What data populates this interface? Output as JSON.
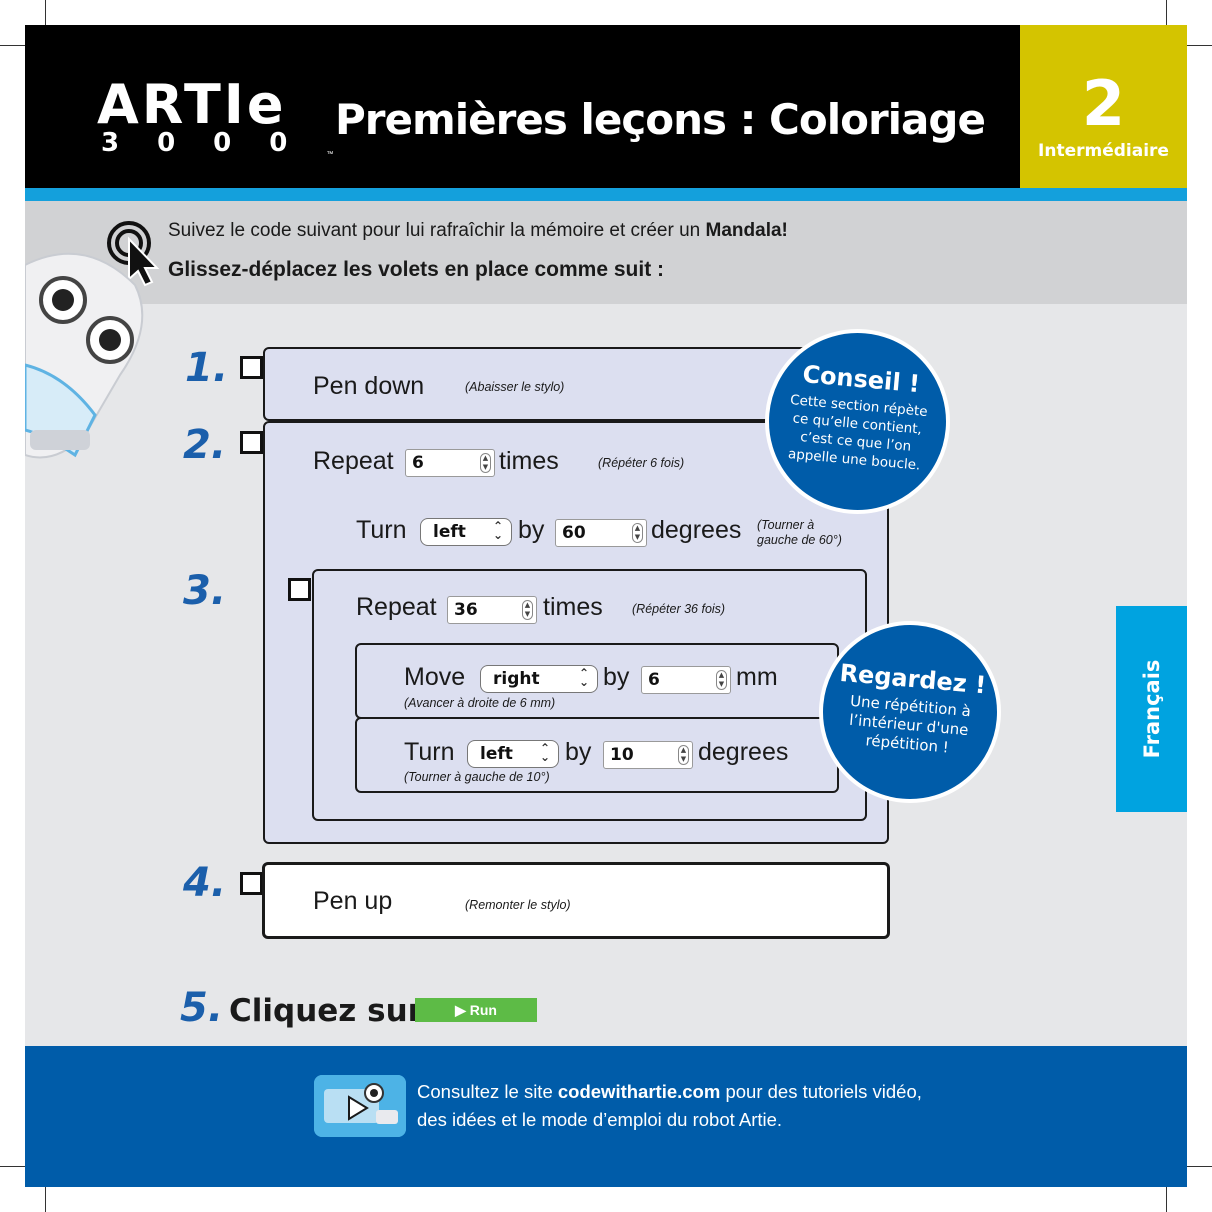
{
  "header": {
    "logo_top": "ARTIe",
    "logo_bottom": "3000",
    "logo_tm": "™",
    "title": "Premières leçons : Coloriage",
    "level_number": "2",
    "level_label": "Intermédiaire"
  },
  "instructions": {
    "line1_prefix": "Suivez le code suivant pour lui rafraîchir la mémoire et créer un ",
    "line1_bold": "Mandala!",
    "line2": "Glissez-déplacez les volets en place comme suit :"
  },
  "steps": {
    "s1": {
      "number": "1.",
      "command": "Pen down",
      "note": "(Abaisser le stylo)"
    },
    "s2": {
      "number": "2.",
      "repeat_label": "Repeat",
      "repeat_value": "6",
      "times_label": "times",
      "repeat_note": "(Répéter 6 fois)",
      "turn_label": "Turn",
      "turn_dir": "left",
      "by_label": "by",
      "turn_value": "60",
      "degrees_label": "degrees",
      "turn_note_1": "(Tourner à",
      "turn_note_2": "gauche de 60°)"
    },
    "s3": {
      "number": "3.",
      "repeat_label": "Repeat",
      "repeat_value": "36",
      "times_label": "times",
      "repeat_note": "(Répéter 36 fois)",
      "move_label": "Move",
      "move_dir": "right",
      "by_label": "by",
      "move_value": "6",
      "mm_label": "mm",
      "move_note": "(Avancer à droite de 6 mm)",
      "turn_label": "Turn",
      "turn_dir": "left",
      "turn_value": "10",
      "degrees_label": "degrees",
      "turn_note": "(Tourner à gauche de 10°)"
    },
    "s4": {
      "number": "4.",
      "command": "Pen up",
      "note": "(Remonter le stylo)"
    },
    "s5": {
      "number": "5.",
      "text": "Cliquez sur",
      "run_label": "▶ Run"
    }
  },
  "tips": {
    "conseil": {
      "title": "Conseil !",
      "body_1": "Cette section répète",
      "body_2": "ce qu’elle contient,",
      "body_3": "c’est ce que l’on",
      "body_4": "appelle une boucle."
    },
    "regardez": {
      "title": "Regardez !",
      "body_1": "Une répétition à",
      "body_2": "l’intérieur d'une",
      "body_3": "répétition !"
    }
  },
  "side_tab": "Français",
  "footer": {
    "text_prefix": "Consultez le site ",
    "text_link": "codewithartie.com",
    "text_suffix": " pour des tutoriels vidéo,",
    "text_line2": "des idées et le mode d’emploi du robot Artie."
  },
  "colors": {
    "brand_blue": "#005ca9",
    "step_blue": "#1b5fab",
    "level_yellow": "#d4c400",
    "stripe_cyan": "#14a0dc",
    "tab_cyan": "#00a3e0",
    "run_green": "#5dbb46",
    "block_fill": "#dcdff0"
  }
}
